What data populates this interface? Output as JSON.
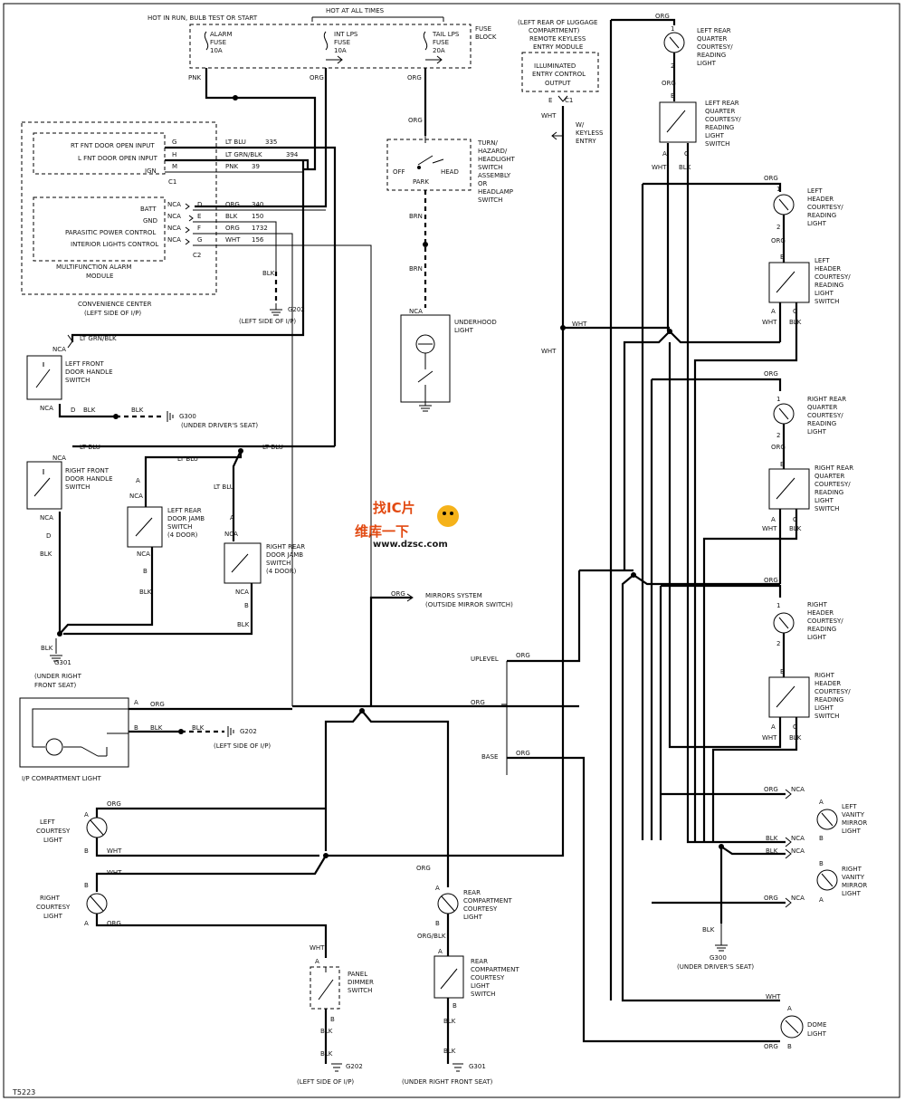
{
  "header": {
    "hot_run": "HOT IN RUN, BULB TEST OR START",
    "hot_all": "HOT AT ALL TIMES",
    "fuse_block": [
      "FUSE",
      "BLOCK"
    ]
  },
  "fuses": [
    {
      "lines": [
        "ALARM",
        "FUSE",
        "10A"
      ]
    },
    {
      "lines": [
        "INT LPS",
        "FUSE",
        "10A"
      ]
    },
    {
      "lines": [
        "TAIL LPS",
        "FUSE",
        "20A"
      ]
    }
  ],
  "keyless": {
    "title": [
      "(LEFT REAR OF LUGGAGE",
      "COMPARTMENT)",
      "REMOTE KEYLESS",
      "ENTRY MODULE"
    ],
    "box": [
      "ILLUMINATED",
      "ENTRY CONTROL",
      "OUTPUT"
    ],
    "pin": "E",
    "conn": "C1",
    "wire": "WHT",
    "note": [
      "W/",
      "KEYLESS",
      "ENTRY"
    ]
  },
  "module": {
    "inputs": [
      {
        "label": "RT FNT DOOR OPEN INPUT",
        "pin": "G",
        "color": "LT BLU",
        "circuit": "335"
      },
      {
        "label": "L FNT DOOR OPEN INPUT",
        "pin": "H",
        "color": "LT GRN/BLK",
        "circuit": "394"
      },
      {
        "label": "IGN",
        "pin": "M",
        "color": "PNK",
        "circuit": "39"
      }
    ],
    "c1": "C1",
    "outputs": [
      {
        "label": "BATT",
        "nca": "NCA",
        "pin": "D",
        "color": "ORG",
        "circuit": "340"
      },
      {
        "label": "GND",
        "nca": "NCA",
        "pin": "E",
        "color": "BLK",
        "circuit": "150"
      },
      {
        "label": "PARASITIC POWER CONTROL",
        "nca": "NCA",
        "pin": "F",
        "color": "ORG",
        "circuit": "1732"
      },
      {
        "label": "INTERIOR LIGHTS CONTROL",
        "nca": "NCA",
        "pin": "G",
        "color": "WHT",
        "circuit": "156"
      }
    ],
    "c2": "C2",
    "name": [
      "MULTIFUNCTION ALARM",
      "MODULE"
    ],
    "location": [
      "CONVENIENCE CENTER",
      "(LEFT SIDE OF I/P)"
    ]
  },
  "headlight_switch": {
    "label": [
      "TURN/",
      "HAZARD/",
      "HEADLIGHT",
      "SWITCH",
      "ASSEMBLY",
      "OR",
      "HEADLAMP",
      "SWITCH"
    ],
    "off": "OFF",
    "park": "PARK",
    "head": "HEAD"
  },
  "underhood": {
    "label": [
      "UNDERHOOD",
      "LIGHT"
    ],
    "nca": "NCA"
  },
  "wire_colors": {
    "pnk": "PNK",
    "org": "ORG",
    "brn": "BRN",
    "wht": "WHT",
    "blk": "BLK",
    "ltblu": "LT BLU",
    "ltgrnblk": "LT GRN/BLK",
    "orgblk": "ORG/BLK"
  },
  "grounds": {
    "g202": "G202",
    "g202_loc": "(LEFT SIDE OF I/P)",
    "g300": "G300",
    "g300_loc": "(UNDER DRIVER'S SEAT)",
    "g301": "G301",
    "g301_loc": [
      "(UNDER RIGHT",
      "FRONT SEAT)"
    ],
    "g301_loc2": "(UNDER RIGHT FRONT SEAT)"
  },
  "door_switches": {
    "lf": [
      "LEFT FRONT",
      "DOOR HANDLE",
      "SWITCH"
    ],
    "rf": [
      "RIGHT FRONT",
      "DOOR HANDLE",
      "SWITCH"
    ],
    "lr": [
      "LEFT REAR",
      "DOOR JAMB",
      "SWITCH",
      "(4 DOOR)"
    ],
    "rr": [
      "RIGHT REAR",
      "DOOR JAMB",
      "SWITCH",
      "(4 DOOR)"
    ]
  },
  "mirrors": [
    "MIRRORS SYSTEM",
    "(OUTSIDE MIRROR SWITCH)"
  ],
  "ip_light": "I/P COMPARTMENT LIGHT",
  "options": {
    "uplevel": "UPLEVEL",
    "base": "BASE"
  },
  "courtesy": {
    "left": [
      "LEFT",
      "COURTESY",
      "LIGHT"
    ],
    "right": [
      "RIGHT",
      "COURTESY",
      "LIGHT"
    ]
  },
  "panel_dimmer": [
    "PANEL",
    "DIMMER",
    "SWITCH"
  ],
  "rear_comp_light": [
    "REAR",
    "COMPARTMENT",
    "COURTESY",
    "LIGHT"
  ],
  "rear_comp_switch": [
    "REAR",
    "COMPARTMENT",
    "COURTESY",
    "LIGHT",
    "SWITCH"
  ],
  "right_lights": [
    {
      "lamp": [
        "LEFT REAR",
        "QUARTER",
        "COURTESY/",
        "READING",
        "LIGHT"
      ],
      "switch": [
        "LEFT REAR",
        "QUARTER",
        "COURTESY/",
        "READING",
        "LIGHT",
        "SWITCH"
      ]
    },
    {
      "lamp": [
        "LEFT",
        "HEADER",
        "COURTESY/",
        "READING",
        "LIGHT"
      ],
      "switch": [
        "LEFT",
        "HEADER",
        "COURTESY/",
        "READING",
        "LIGHT",
        "SWITCH"
      ]
    },
    {
      "lamp": [
        "RIGHT REAR",
        "QUARTER",
        "COURTESY/",
        "READING",
        "LIGHT"
      ],
      "switch": [
        "RIGHT REAR",
        "QUARTER",
        "COURTESY/",
        "READING",
        "LIGHT",
        "SWITCH"
      ]
    },
    {
      "lamp": [
        "RIGHT",
        "HEADER",
        "COURTESY/",
        "READING",
        "LIGHT"
      ],
      "switch": [
        "RIGHT",
        "HEADER",
        "COURTESY/",
        "READING",
        "LIGHT",
        "SWITCH"
      ]
    }
  ],
  "vanity": {
    "left": [
      "LEFT",
      "VANITY",
      "MIRROR",
      "LIGHT"
    ],
    "right": [
      "RIGHT",
      "VANITY",
      "MIRROR",
      "LIGHT"
    ]
  },
  "dome": [
    "DOME",
    "LIGHT"
  ],
  "watermark": {
    "cn_top": "找IC片",
    "cn": "维库一下",
    "url": "www.dzsc.com"
  },
  "figure_ref": "T5223"
}
